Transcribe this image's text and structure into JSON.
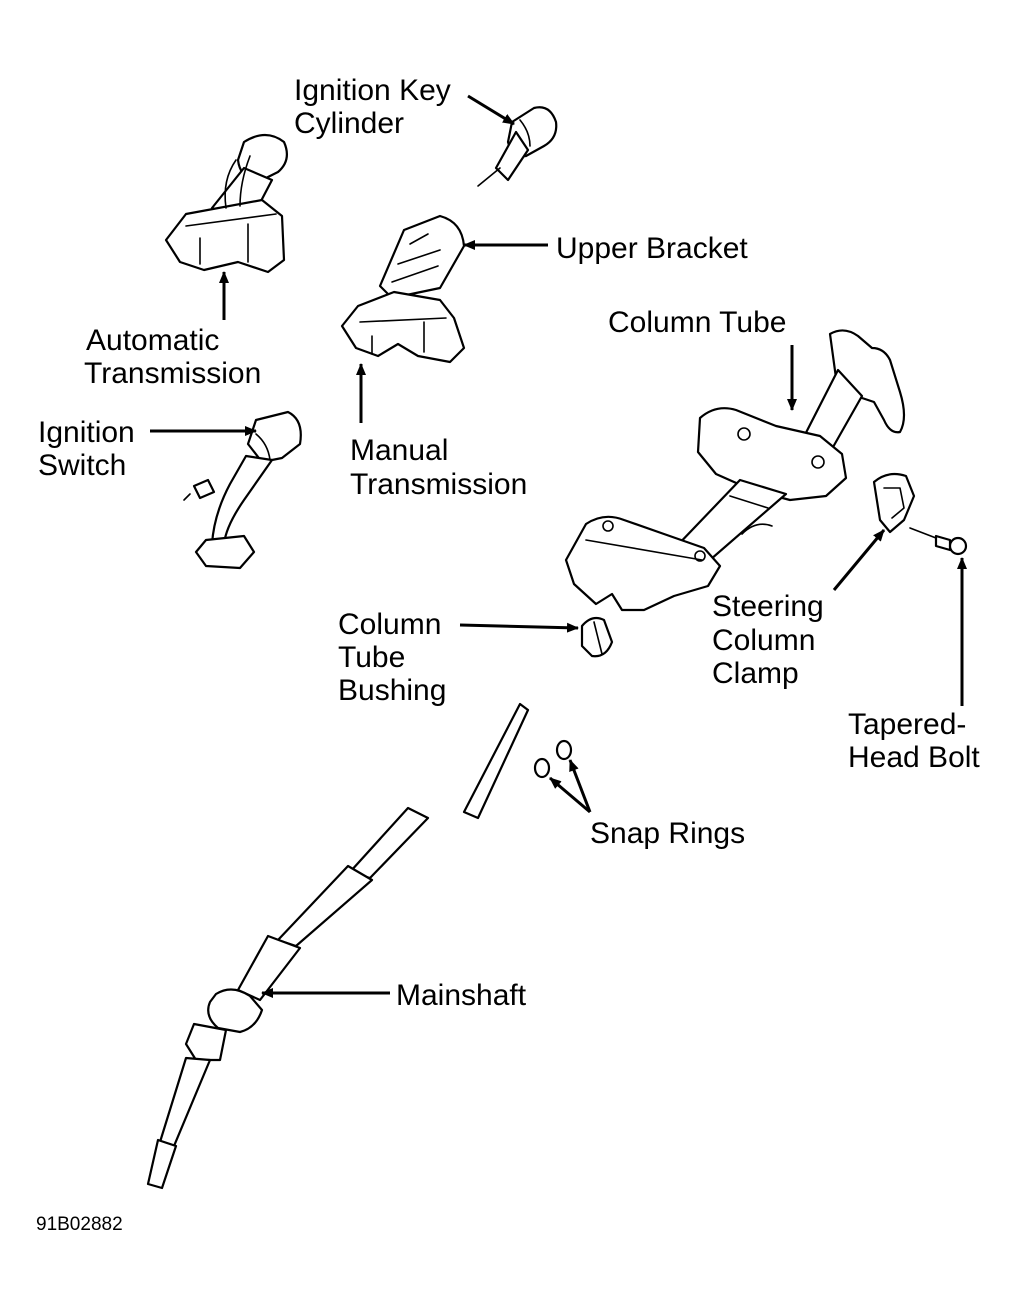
{
  "labels": {
    "ignition_key_cylinder": [
      "Ignition Key",
      "Cylinder"
    ],
    "upper_bracket": [
      "Upper Bracket"
    ],
    "automatic_transmission": [
      "Automatic",
      "Transmission"
    ],
    "column_tube": [
      "Column Tube"
    ],
    "ignition_switch": [
      "Ignition",
      "Switch"
    ],
    "manual_transmission": [
      "Manual",
      "Transmission"
    ],
    "steering_column_clamp": [
      "Steering",
      "Column",
      "Clamp"
    ],
    "column_tube_bushing": [
      "Column",
      "Tube",
      "Bushing"
    ],
    "tapered_head_bolt": [
      "Tapered-",
      "Head Bolt"
    ],
    "snap_rings": [
      "Snap Rings"
    ],
    "mainshaft": [
      "Mainshaft"
    ]
  },
  "figure_code": "91B02882",
  "colors": {
    "ink": "#000000",
    "paper": "#ffffff"
  }
}
